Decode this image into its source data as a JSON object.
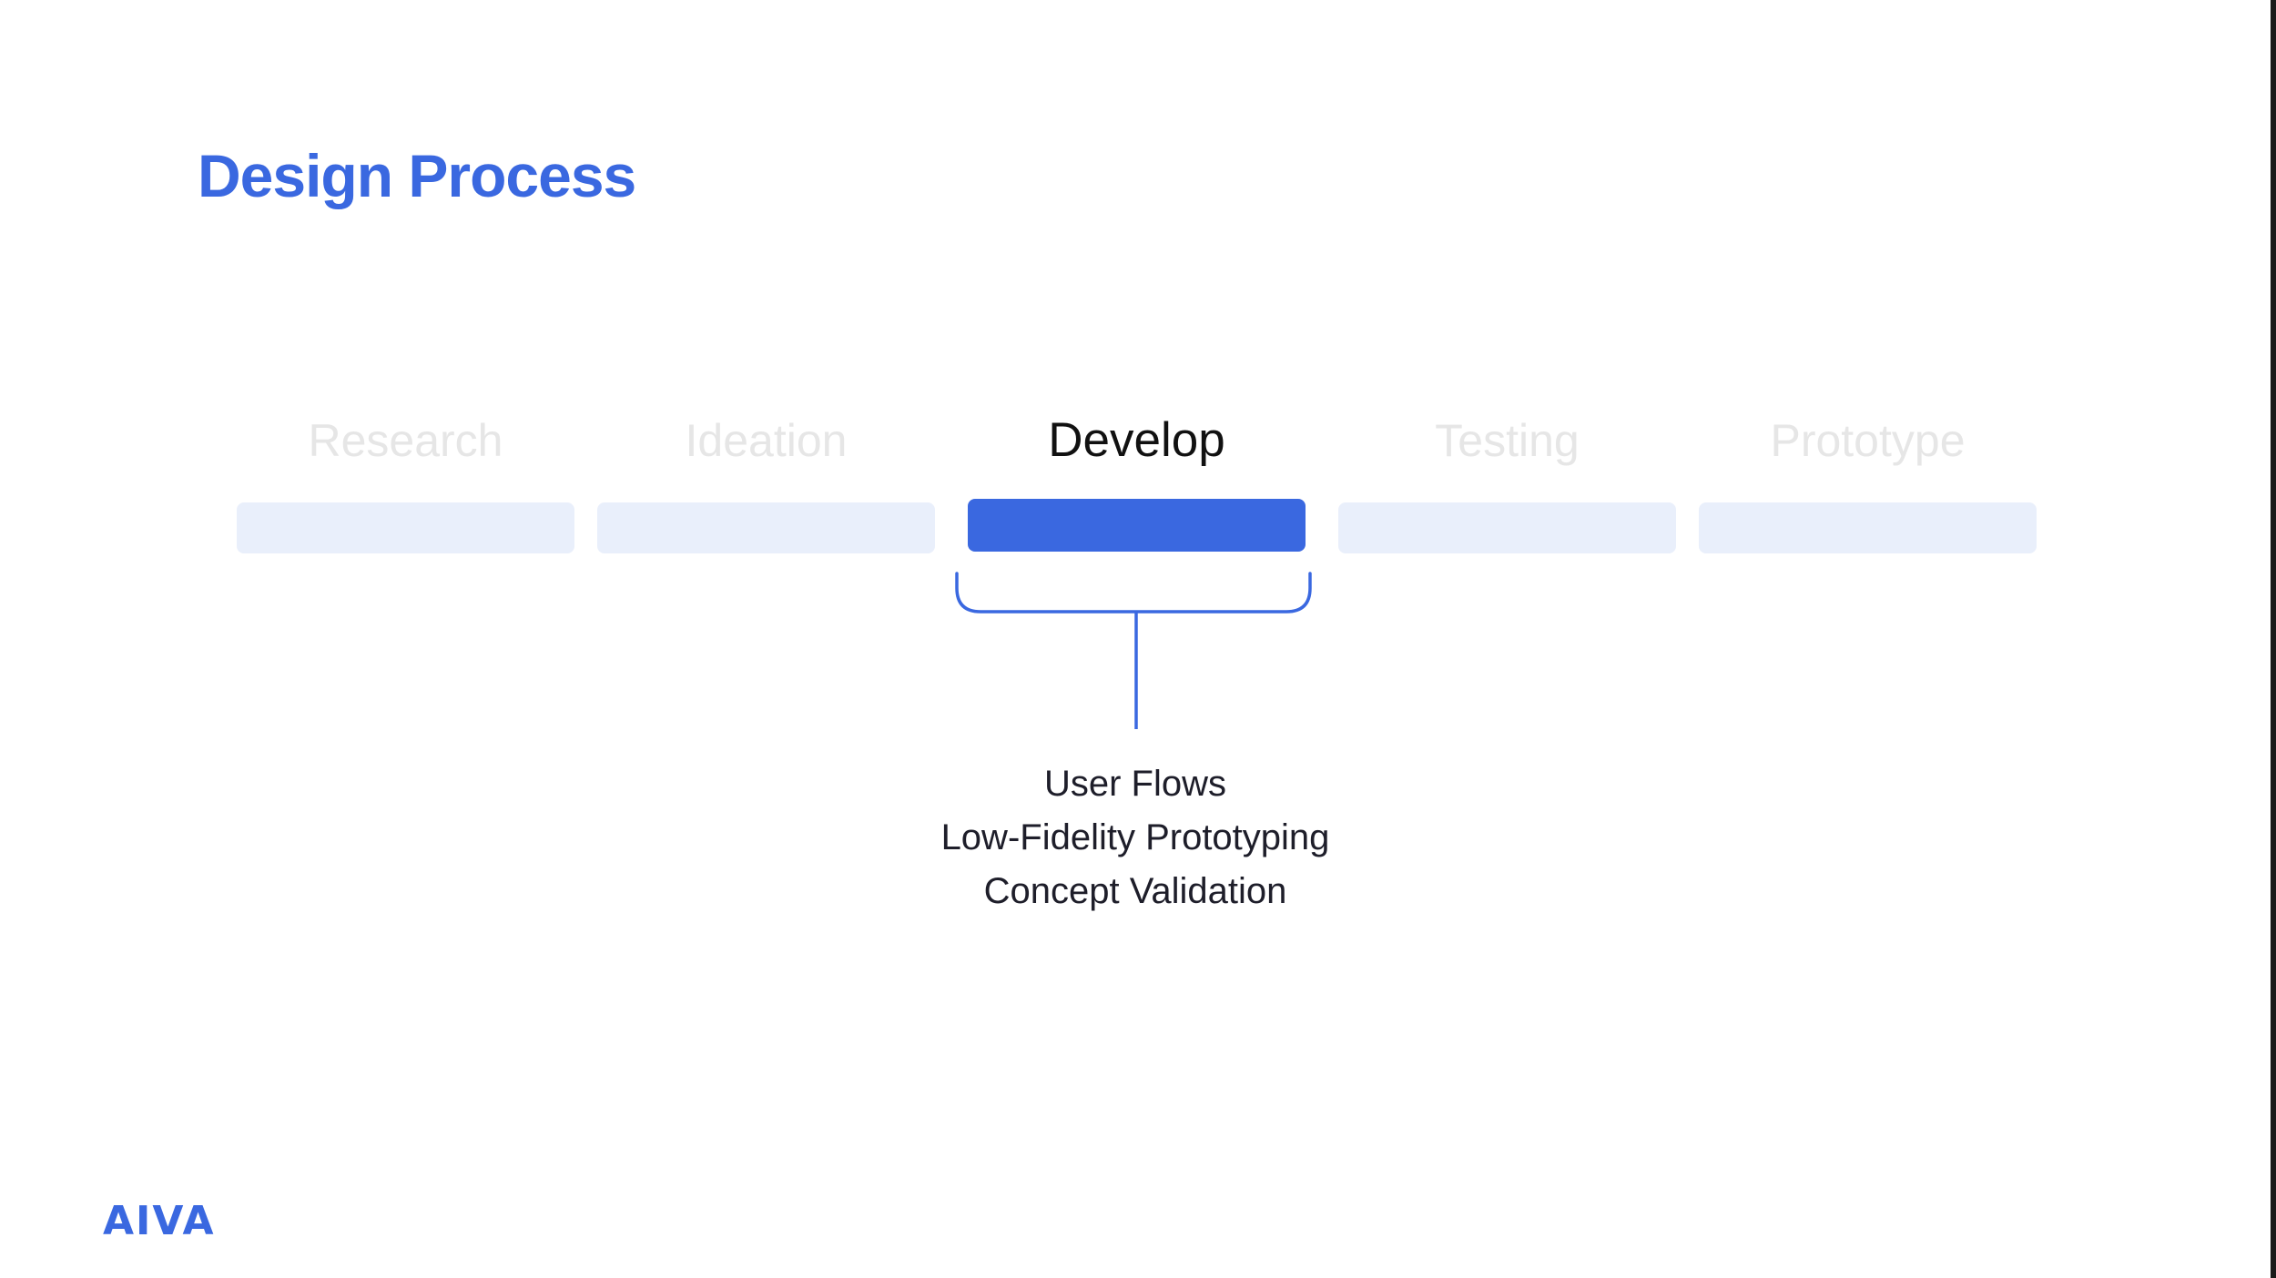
{
  "slide": {
    "title": "Design Process",
    "accent_color": "#3a68e0",
    "inactive_bar_color": "#e9effb",
    "inactive_label_color": "#e6e6e6"
  },
  "steps": [
    {
      "label": "Research",
      "active": false
    },
    {
      "label": "Ideation",
      "active": false
    },
    {
      "label": "Develop",
      "active": true
    },
    {
      "label": "Testing",
      "active": false
    },
    {
      "label": "Prototype",
      "active": false
    }
  ],
  "active_step_details": [
    "User Flows",
    "Low-Fidelity Prototyping",
    "Concept Validation"
  ],
  "brand": {
    "logo_text": "AIVA"
  }
}
